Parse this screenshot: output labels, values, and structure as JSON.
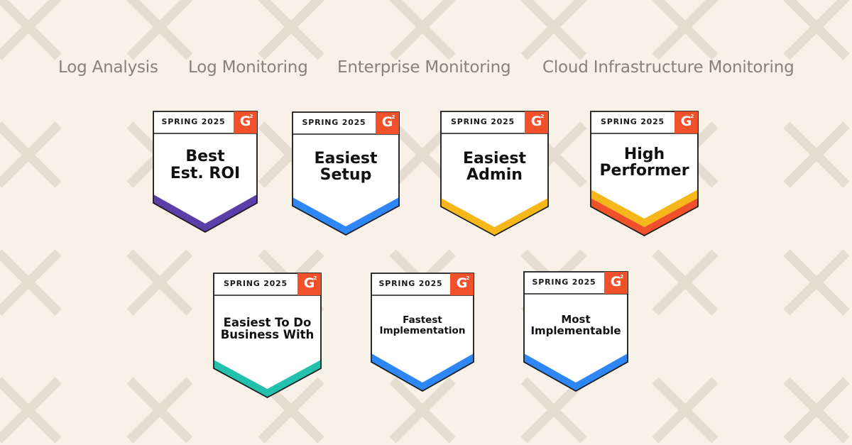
{
  "categories": [
    "Log Analysis",
    "Log Monitoring",
    "Enterprise Monitoring",
    "Cloud Infrastructure Monitoring"
  ],
  "badges": [
    {
      "season": "SPRING 2025",
      "logo": "G2",
      "title_lines": [
        "Best",
        "Est. ROI"
      ],
      "accent": [
        "#5b3fa8"
      ]
    },
    {
      "season": "SPRING 2025",
      "logo": "G2",
      "title_lines": [
        "Easiest",
        "Setup"
      ],
      "accent": [
        "#2f86f6"
      ]
    },
    {
      "season": "SPRING 2025",
      "logo": "G2",
      "title_lines": [
        "Easiest",
        "Admin"
      ],
      "accent": [
        "#f6b71b"
      ]
    },
    {
      "season": "SPRING 2025",
      "logo": "G2",
      "title_lines": [
        "High",
        "Performer"
      ],
      "accent": [
        "#f6b71b",
        "#f0502a"
      ]
    },
    {
      "season": "SPRING 2025",
      "logo": "G2",
      "title_lines": [
        "Easiest To Do",
        "Business With"
      ],
      "accent": [
        "#23c0ad"
      ]
    },
    {
      "season": "SPRING 2025",
      "logo": "G2",
      "title_lines": [
        "Fastest",
        "Implementation"
      ],
      "accent": [
        "#2f86f6"
      ]
    },
    {
      "season": "SPRING 2025",
      "logo": "G2",
      "title_lines": [
        "Most",
        "Implementable"
      ],
      "accent": [
        "#2f86f6"
      ]
    }
  ],
  "colors": {
    "background": "#f7f1e8",
    "pattern": "#e6ddd1",
    "g2_logo": "#f0502a"
  },
  "icons": {
    "background_pattern": "x-mark-icon",
    "logo": "g2-logo-icon"
  }
}
